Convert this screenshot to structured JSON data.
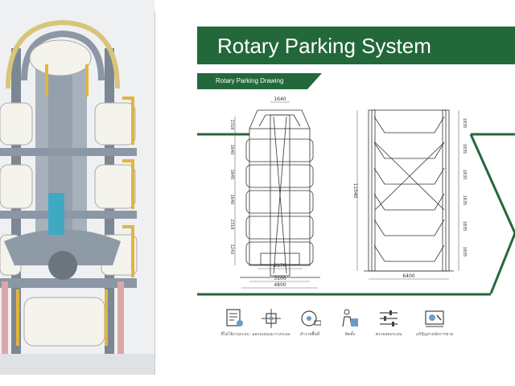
{
  "title": "Rotary Parking System",
  "subtitle": "Rotary  Parking Drawing",
  "colors": {
    "brand_green": "#23683a",
    "frame_blue": "#52606e",
    "rail_yellow": "#e1b53c",
    "motor_cyan": "#3fa9c4"
  },
  "dimensions": {
    "top_width": "1640",
    "base_inner": "3100",
    "base_outer": "4800",
    "center": "2170",
    "side_width": "6400",
    "total_height": "11540",
    "left_levels": [
      "2318",
      "1640",
      "1845",
      "1640",
      "2318",
      "1243"
    ],
    "right_levels": [
      "1835",
      "1835",
      "1835",
      "1835",
      "1835",
      "1835"
    ]
  },
  "features": [
    {
      "icon": "document-check-icon",
      "label": "ที่ไม่ใช้งานระบบ"
    },
    {
      "icon": "control-box-icon",
      "label": "ออกแบบและวางระบบ"
    },
    {
      "icon": "measure-tape-icon",
      "label": "สำรวจพื้นที่"
    },
    {
      "icon": "installer-icon",
      "label": "ติดตั้ง"
    },
    {
      "icon": "slider-controls-icon",
      "label": "ตรวจสอบระบบ"
    },
    {
      "icon": "maintenance-icon",
      "label": "แก้ปัญหาหลังการขาย"
    }
  ]
}
